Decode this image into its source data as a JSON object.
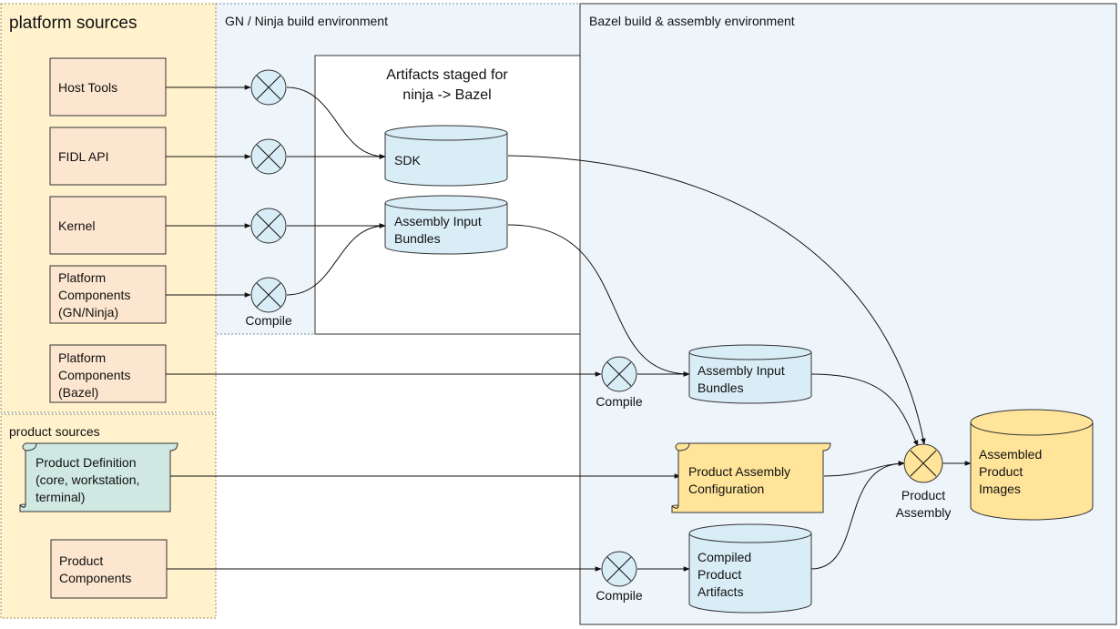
{
  "regions": {
    "platform_sources": "platform sources",
    "gn_env": "GN / Ninja build environment",
    "bazel_env": "Bazel build & assembly environment",
    "product_sources": "product sources",
    "staged_title_1": "Artifacts staged for",
    "staged_title_2": "ninja -> Bazel"
  },
  "sources": {
    "host_tools": "Host Tools",
    "fidl_api": "FIDL API",
    "kernel": "Kernel",
    "pc_gn": [
      "Platform",
      "Components",
      "(GN/Ninja)"
    ],
    "pc_bazel": [
      "Platform",
      "Components",
      "(Bazel)"
    ],
    "product_definition": [
      "Product Definition",
      "(core, workstation,",
      "terminal)"
    ],
    "product_components": [
      "Product",
      "Components"
    ]
  },
  "artifacts": {
    "sdk": "SDK",
    "aib_gn": [
      "Assembly Input",
      "Bundles"
    ],
    "aib_bazel": [
      "Assembly Input",
      "Bundles"
    ],
    "pac": [
      "Product Assembly",
      "Configuration"
    ],
    "cpa": [
      "Compiled",
      "Product",
      "Artifacts"
    ],
    "api": [
      "Assembled",
      "Product",
      "Images"
    ]
  },
  "operations": {
    "compile_gn": "Compile",
    "compile_bazel": "Compile",
    "compile_product": "Compile",
    "product_assembly": [
      "Product",
      "Assembly"
    ]
  }
}
